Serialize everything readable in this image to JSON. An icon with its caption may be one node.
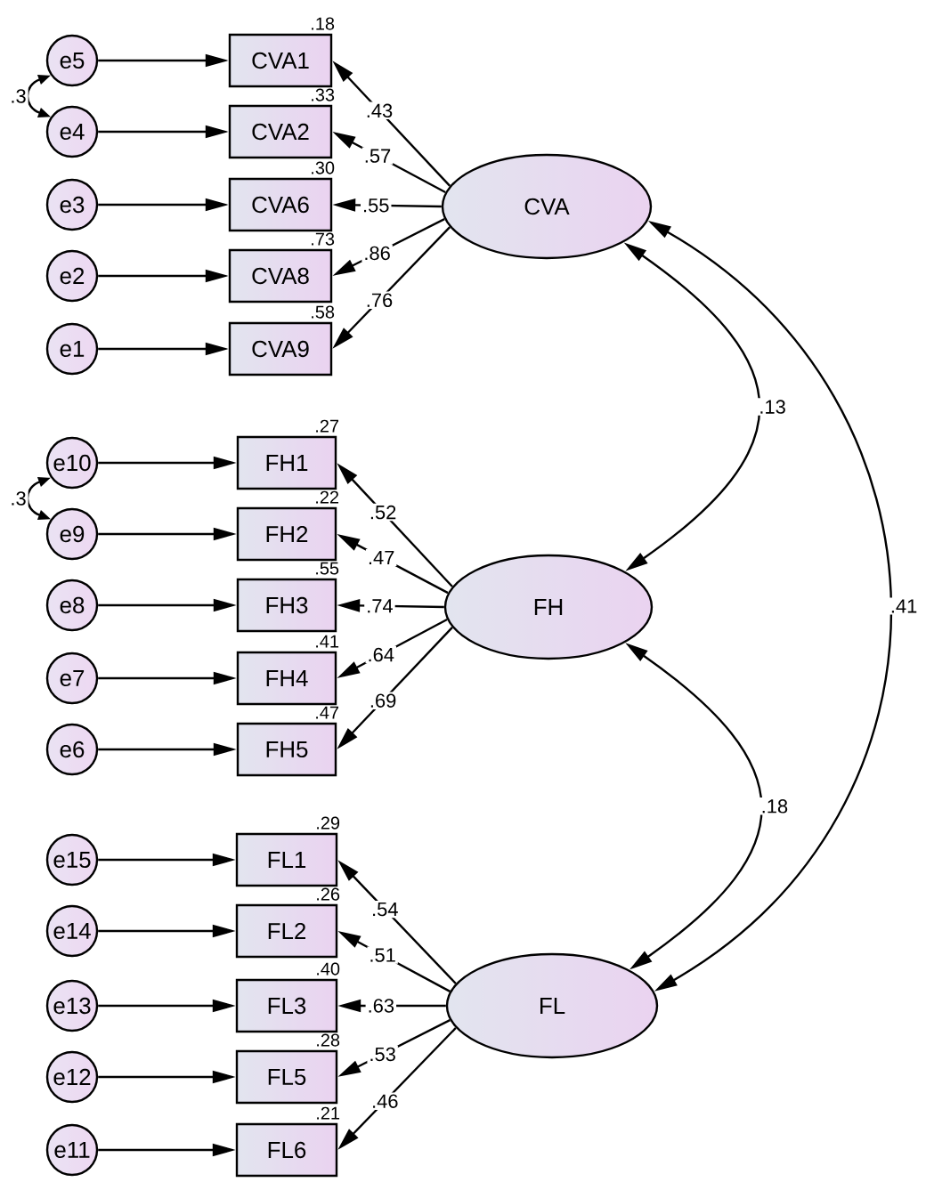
{
  "diagram": {
    "nodes": [
      {
        "text": [
          "e5"
        ]
      },
      {
        "text": [
          "e4"
        ]
      },
      {
        "text": [
          "e3"
        ]
      },
      {
        "text": [
          "e2"
        ]
      },
      {
        "text": [
          "e1"
        ]
      },
      {
        "text": [
          "CVA1"
        ],
        "beside": [
          ".18"
        ]
      },
      {
        "text": [
          "CVA2"
        ],
        "beside": [
          ".33"
        ]
      },
      {
        "text": [
          "CVA6"
        ],
        "beside": [
          ".30"
        ]
      },
      {
        "text": [
          "CVA8"
        ],
        "beside": [
          ".73"
        ]
      },
      {
        "text": [
          "CVA9"
        ],
        "beside": [
          ".58"
        ]
      },
      {
        "text": [
          "CVA"
        ]
      },
      {
        "text": [
          "e10"
        ]
      },
      {
        "text": [
          "e9"
        ]
      },
      {
        "text": [
          "e8"
        ]
      },
      {
        "text": [
          "e7"
        ]
      },
      {
        "text": [
          "e6"
        ]
      },
      {
        "text": [
          "FH1"
        ],
        "beside": [
          ".27"
        ]
      },
      {
        "text": [
          "FH2"
        ],
        "beside": [
          ".22"
        ]
      },
      {
        "text": [
          "FH3"
        ],
        "beside": [
          ".55"
        ]
      },
      {
        "text": [
          "FH4"
        ],
        "beside": [
          ".41"
        ]
      },
      {
        "text": [
          "FH5"
        ],
        "beside": [
          ".47"
        ]
      },
      {
        "text": [
          "FH"
        ]
      },
      {
        "text": [
          "e15"
        ]
      },
      {
        "text": [
          "e14"
        ]
      },
      {
        "text": [
          "e13"
        ]
      },
      {
        "text": [
          "e12"
        ]
      },
      {
        "text": [
          "e11"
        ]
      },
      {
        "text": [
          "FL1"
        ],
        "beside": [
          ".29"
        ]
      },
      {
        "text": [
          "FL2"
        ],
        "beside": [
          ".26"
        ]
      },
      {
        "text": [
          "FL3"
        ],
        "beside": [
          ".40"
        ]
      },
      {
        "text": [
          "FL5"
        ],
        "beside": [
          ".28"
        ]
      },
      {
        "text": [
          "FL6"
        ],
        "beside": [
          ".21"
        ]
      },
      {
        "text": [
          "FL"
        ]
      }
    ],
    "edges": [
      {
        "from": 0,
        "to": 5,
        "arrow": "to"
      },
      {
        "from": 1,
        "to": 6,
        "arrow": "to"
      },
      {
        "from": 2,
        "to": 7,
        "arrow": "to"
      },
      {
        "from": 3,
        "to": 8,
        "arrow": "to"
      },
      {
        "from": 4,
        "to": 9,
        "arrow": "to"
      },
      {
        "from": 10,
        "to": 5,
        "arrow": "to",
        "label": ".43"
      },
      {
        "from": 10,
        "to": 6,
        "arrow": "to",
        "label": ".57"
      },
      {
        "from": 10,
        "to": 7,
        "arrow": "to",
        "label": ".55"
      },
      {
        "from": 10,
        "to": 8,
        "arrow": "to",
        "label": ".86"
      },
      {
        "from": 10,
        "to": 9,
        "arrow": "to",
        "label": ".76"
      },
      {
        "from": 11,
        "to": 16,
        "arrow": "to"
      },
      {
        "from": 12,
        "to": 17,
        "arrow": "to"
      },
      {
        "from": 13,
        "to": 18,
        "arrow": "to"
      },
      {
        "from": 14,
        "to": 19,
        "arrow": "to"
      },
      {
        "from": 15,
        "to": 20,
        "arrow": "to"
      },
      {
        "from": 21,
        "to": 16,
        "arrow": "to",
        "label": ".52"
      },
      {
        "from": 21,
        "to": 17,
        "arrow": "to",
        "label": ".47"
      },
      {
        "from": 21,
        "to": 18,
        "arrow": "to",
        "label": ".74"
      },
      {
        "from": 21,
        "to": 19,
        "arrow": "to",
        "label": ".64"
      },
      {
        "from": 21,
        "to": 20,
        "arrow": "to",
        "label": ".69"
      },
      {
        "from": 22,
        "to": 27,
        "arrow": "to"
      },
      {
        "from": 23,
        "to": 28,
        "arrow": "to"
      },
      {
        "from": 24,
        "to": 29,
        "arrow": "to"
      },
      {
        "from": 25,
        "to": 30,
        "arrow": "to"
      },
      {
        "from": 26,
        "to": 31,
        "arrow": "to"
      },
      {
        "from": 32,
        "to": 27,
        "arrow": "to",
        "label": ".54"
      },
      {
        "from": 32,
        "to": 28,
        "arrow": "to",
        "label": ".51"
      },
      {
        "from": 32,
        "to": 29,
        "arrow": "to",
        "label": ".63"
      },
      {
        "from": 32,
        "to": 30,
        "arrow": "to",
        "label": ".53"
      },
      {
        "from": 32,
        "to": 31,
        "arrow": "to",
        "label": ".46"
      },
      {
        "from": 0,
        "to": 1,
        "arrow": "both",
        "label": ".3"
      },
      {
        "from": 11,
        "to": 12,
        "arrow": "both",
        "label": ".3"
      },
      {
        "from": 10,
        "to": 21,
        "arrow": "both",
        "label": ".13"
      },
      {
        "from": 21,
        "to": 32,
        "arrow": "both",
        "label": ".18"
      },
      {
        "from": 10,
        "to": 32,
        "arrow": "both",
        "label": ".41"
      }
    ]
  }
}
